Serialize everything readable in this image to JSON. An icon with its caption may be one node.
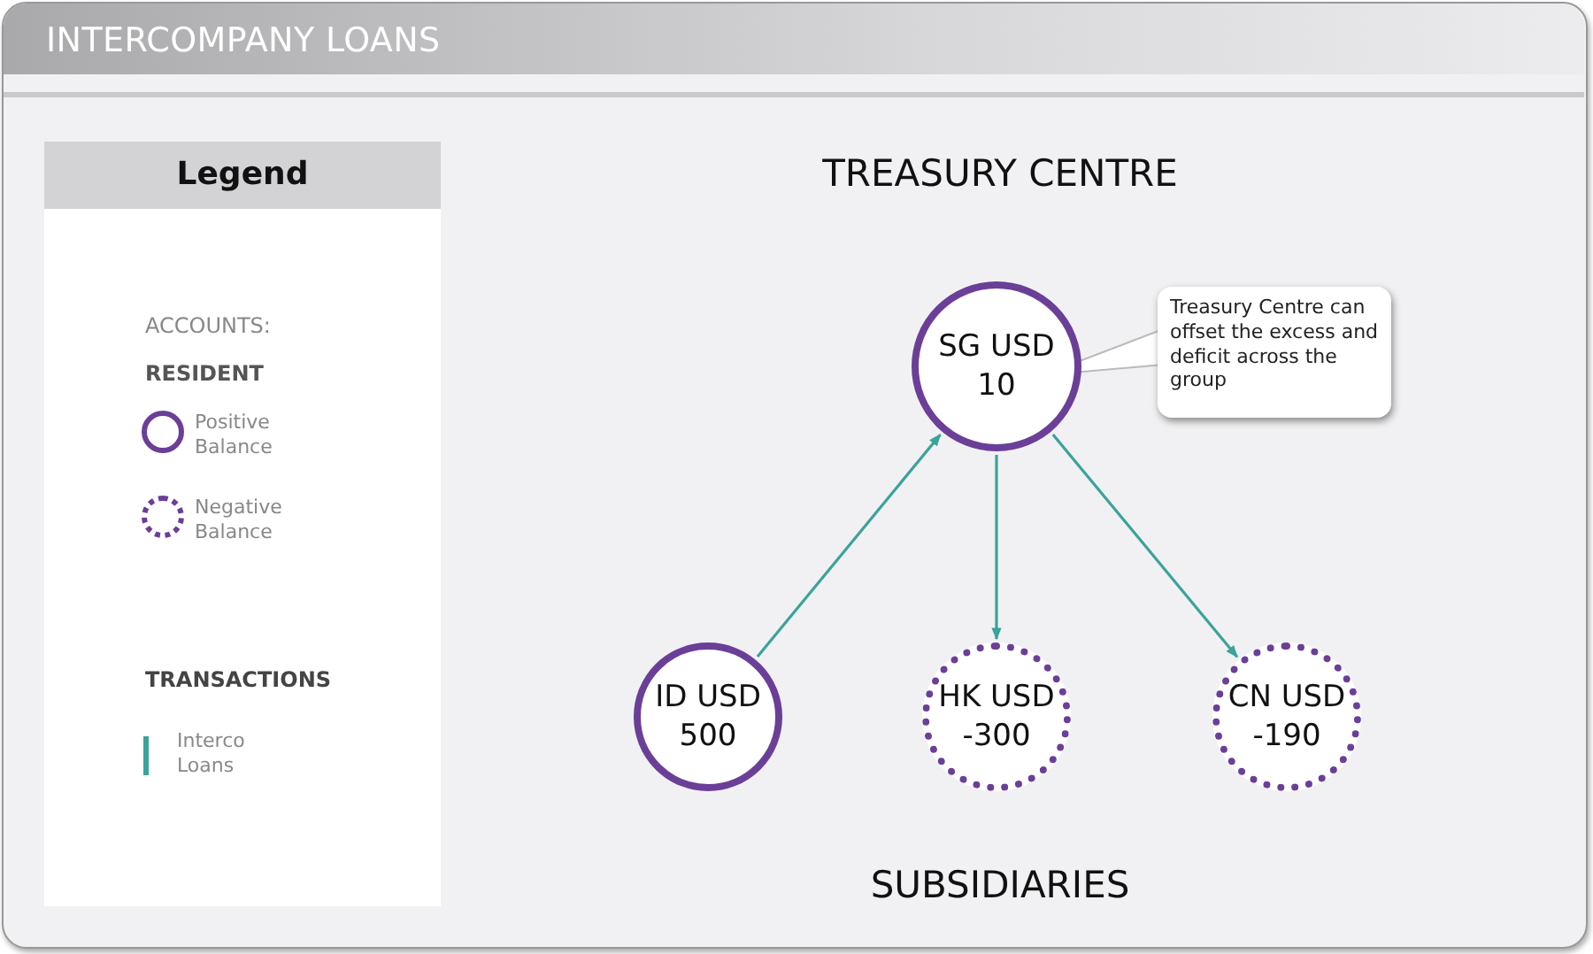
{
  "diagram": {
    "title": "INTERCOMPANY LOANS",
    "nodes": [
      {
        "text": [
          "SG USD 10"
        ]
      },
      {
        "text": [
          "Treasury Centre can offset the excess and deficit across the group"
        ]
      },
      {
        "text": [
          "ID USD 500"
        ]
      },
      {
        "text": [
          "HK USD -300"
        ]
      },
      {
        "text": [
          "CN USD -190"
        ]
      }
    ],
    "edges": [
      {
        "from": 2,
        "to": 0,
        "arrow": "to",
        "color": "#3aa39a"
      },
      {
        "from": 0,
        "to": 3,
        "arrow": "to",
        "color": "#3aa39a"
      },
      {
        "from": 0,
        "to": 4,
        "arrow": "to",
        "color": "#3aa39a"
      }
    ],
    "labels": [
      "Legend",
      "TREASURY CENTRE",
      "ACCOUNTS:",
      "RESIDENT",
      "TRANSACTIONS",
      "SUBSIDIARIES"
    ],
    "legend": [
      {
        "text": "Positive Balance"
      },
      {
        "text": "Negative Balance"
      },
      {
        "text": "Interco Loans"
      }
    ]
  }
}
